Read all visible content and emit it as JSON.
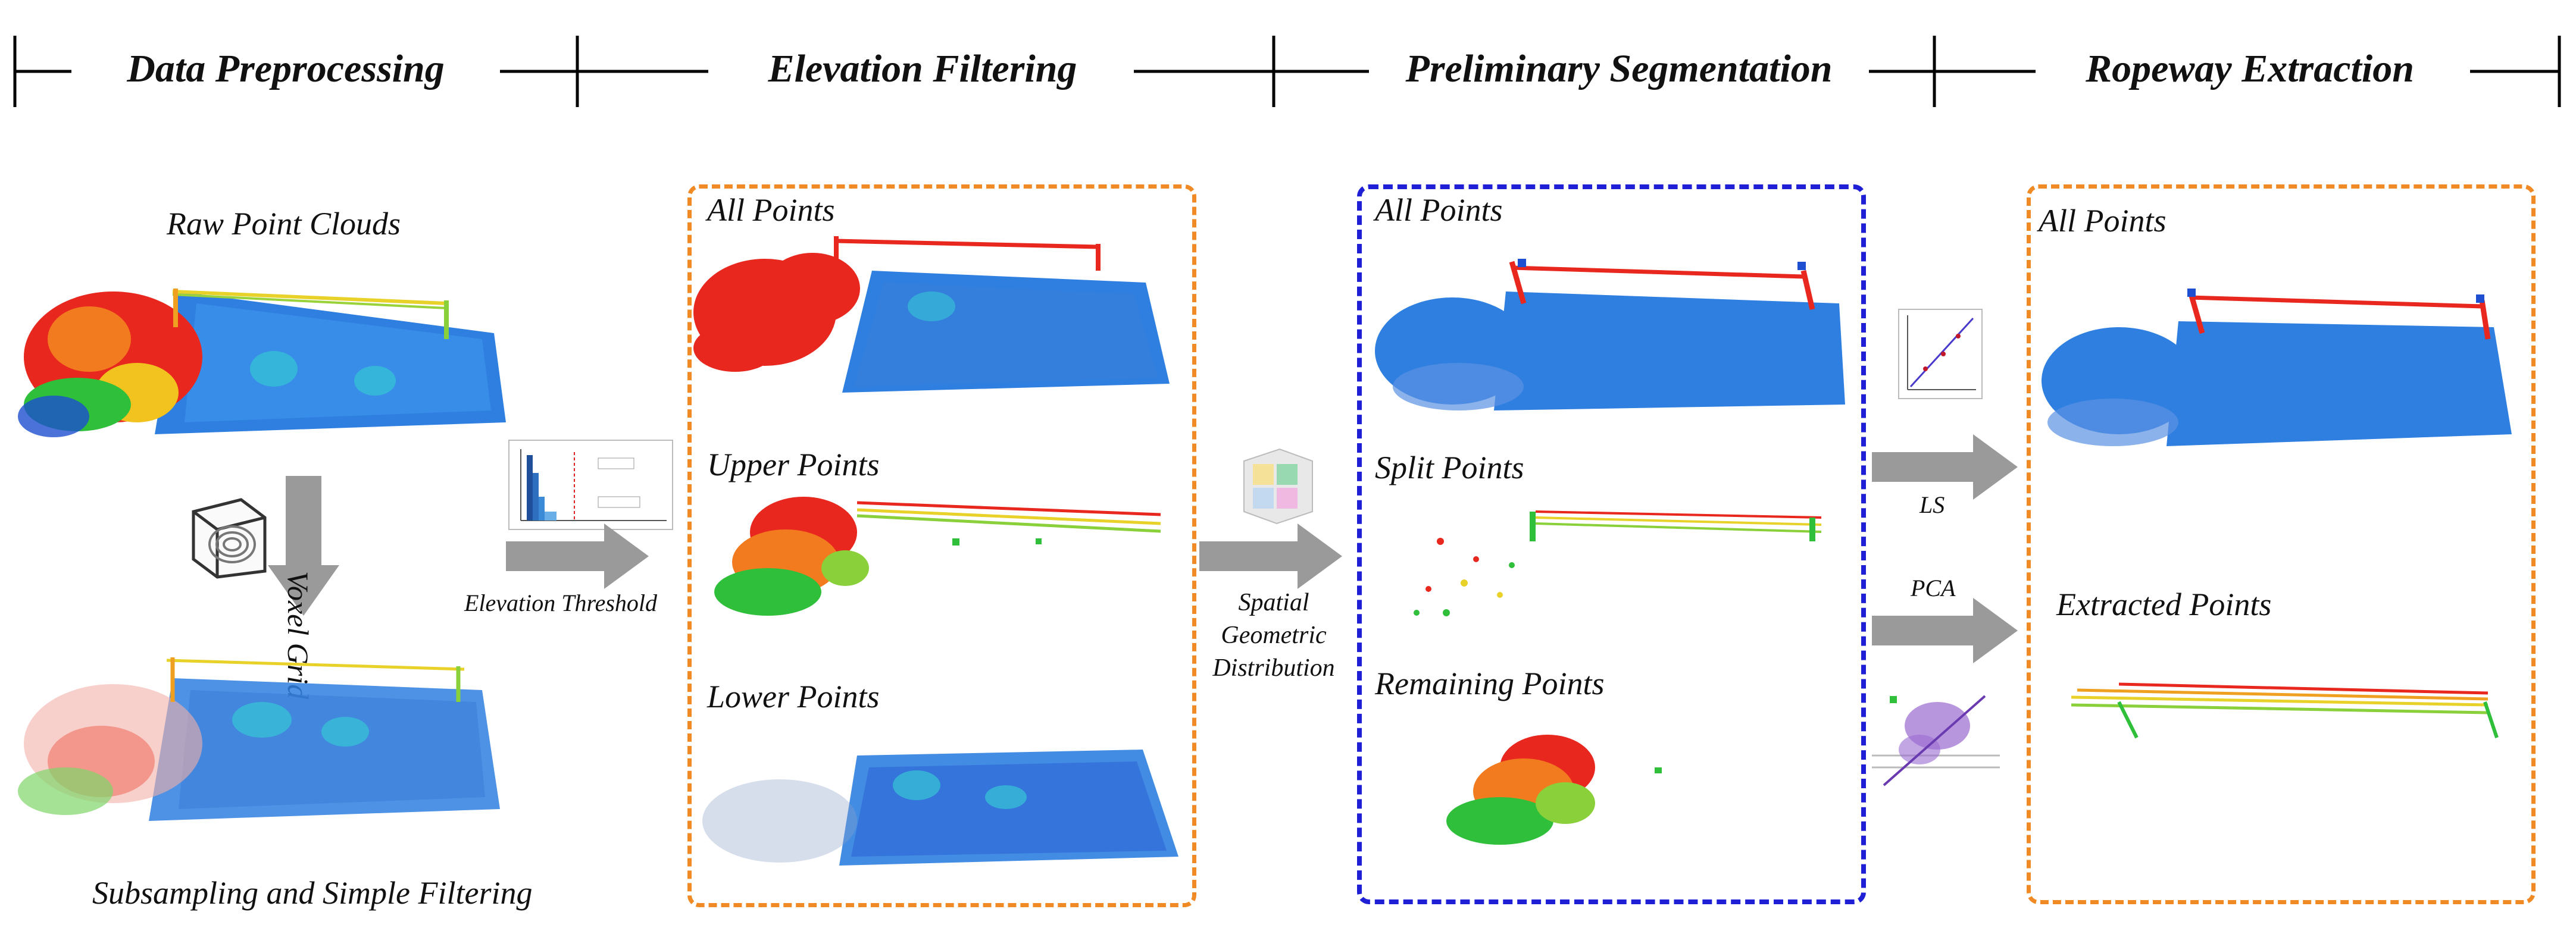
{
  "stages": {
    "s1": "Data Preprocessing",
    "s2": "Elevation Filtering",
    "s3": "Preliminary Segmentation",
    "s4": "Ropeway Extraction"
  },
  "preprocessing": {
    "raw_label": "Raw Point Clouds",
    "voxel_label": "Voxel Grid",
    "result_label": "Subsampling and Simple Filtering"
  },
  "elevation": {
    "arrow_label": "Elevation Threshold",
    "all_label": "All Points",
    "upper_label": "Upper Points",
    "lower_label": "Lower Points"
  },
  "segmentation": {
    "arrow_label_lines": [
      "Spatial",
      "Geometric",
      "Distribution"
    ],
    "all_label": "All Points",
    "split_label": "Split Points",
    "remaining_label": "Remaining Points"
  },
  "extraction": {
    "ls_label": "LS",
    "pca_label": "PCA",
    "all_label": "All Points",
    "extracted_label": "Extracted  Points"
  },
  "colors": {
    "orange_border": "#f08a24",
    "blue_border": "#1f1fd6",
    "arrow": "#9a9a9a",
    "ground_blue": "#2f7fe0",
    "vegetation_red": "#e8281e",
    "cable_yellow": "#e8d22a"
  }
}
